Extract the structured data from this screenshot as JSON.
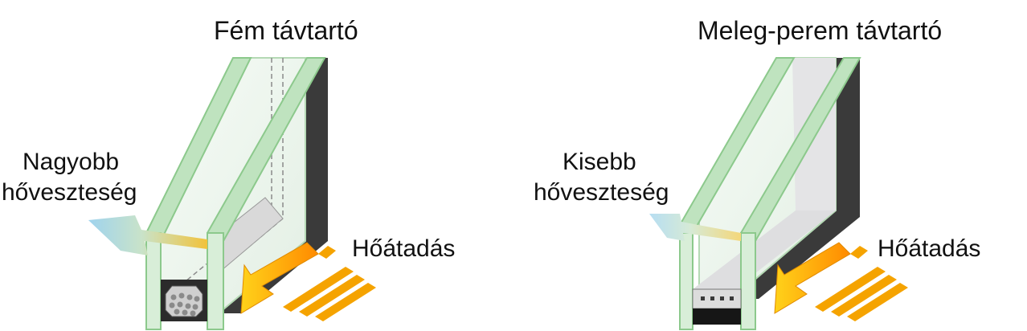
{
  "left_panel": {
    "title": "Fém távtartó",
    "loss_line1": "Nagyobb",
    "loss_line2": "hőveszteség",
    "heat_label": "Hőátadás"
  },
  "right_panel": {
    "title": "Meleg-perem távtartó",
    "loss_line1": "Kisebb",
    "loss_line2": "hőveszteség",
    "heat_label": "Hőátadás"
  },
  "colors": {
    "glass_edge": "#a8d6a8",
    "glass_fill": "#eef5ef",
    "frame_dark": "#3a3a3a",
    "heat_orange": "#f5a300",
    "loss_blue": "#9fd3ee",
    "spacer_metal": "#cfcfcf",
    "spacer_warm": "#e6e6e6"
  },
  "icons": [
    "heat-arrow-icon",
    "heat-loss-arrow-icon",
    "metal-spacer-icon",
    "warm-edge-spacer-icon"
  ]
}
